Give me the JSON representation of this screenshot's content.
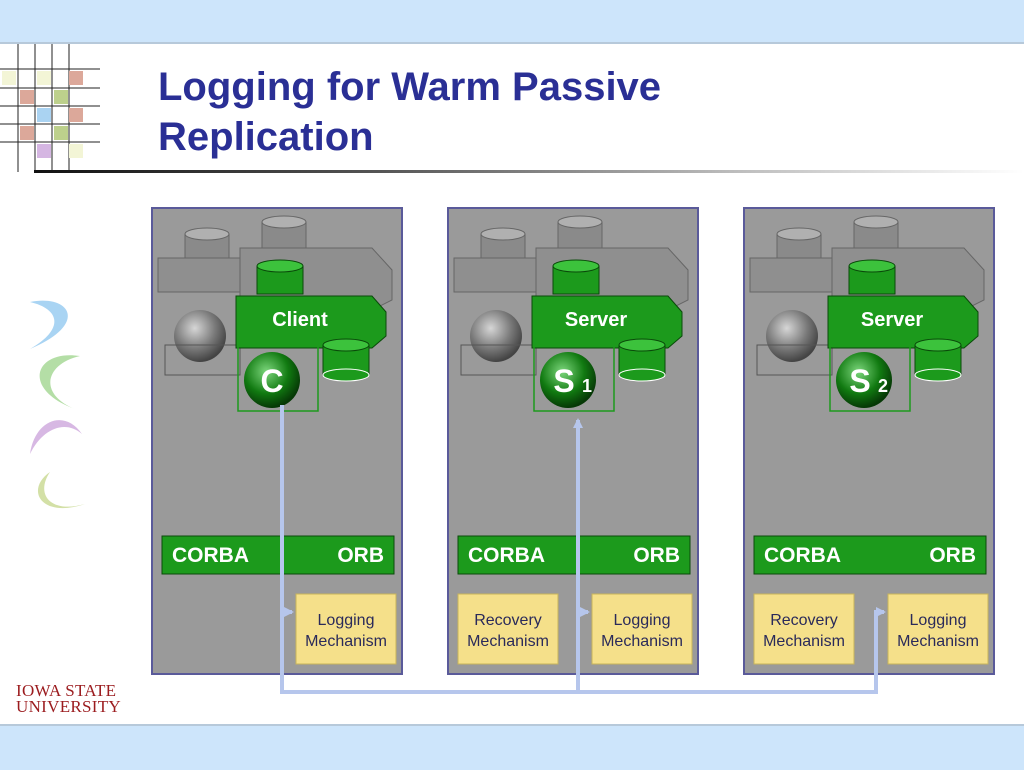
{
  "slide": {
    "title_line1": "Logging for Warm Passive",
    "title_line2": "Replication"
  },
  "logo": {
    "line1": "IOWA STATE",
    "line2": "UNIVERSITY"
  },
  "colors": {
    "title": "#2a2f95",
    "panel": "#9a9a9a",
    "green": "#1c9a1c",
    "mechanism_box": "#f5e08a",
    "arrow": "#b6c6ec",
    "bars": "#cde5fb"
  },
  "panels": [
    {
      "id": "client",
      "component_label": "Client",
      "sphere_letter": "C",
      "sphere_sub": "",
      "orb_left": "CORBA",
      "orb_right": "ORB",
      "mechanisms": [
        {
          "line1": "Logging",
          "line2": "Mechanism"
        }
      ]
    },
    {
      "id": "server1",
      "component_label": "Server",
      "sphere_letter": "S",
      "sphere_sub": "1",
      "orb_left": "CORBA",
      "orb_right": "ORB",
      "mechanisms": [
        {
          "line1": "Recovery",
          "line2": "Mechanism"
        },
        {
          "line1": "Logging",
          "line2": "Mechanism"
        }
      ]
    },
    {
      "id": "server2",
      "component_label": "Server",
      "sphere_letter": "S",
      "sphere_sub": "2",
      "orb_left": "CORBA",
      "orb_right": "ORB",
      "mechanisms": [
        {
          "line1": "Recovery",
          "line2": "Mechanism"
        },
        {
          "line1": "Logging",
          "line2": "Mechanism"
        }
      ]
    }
  ]
}
